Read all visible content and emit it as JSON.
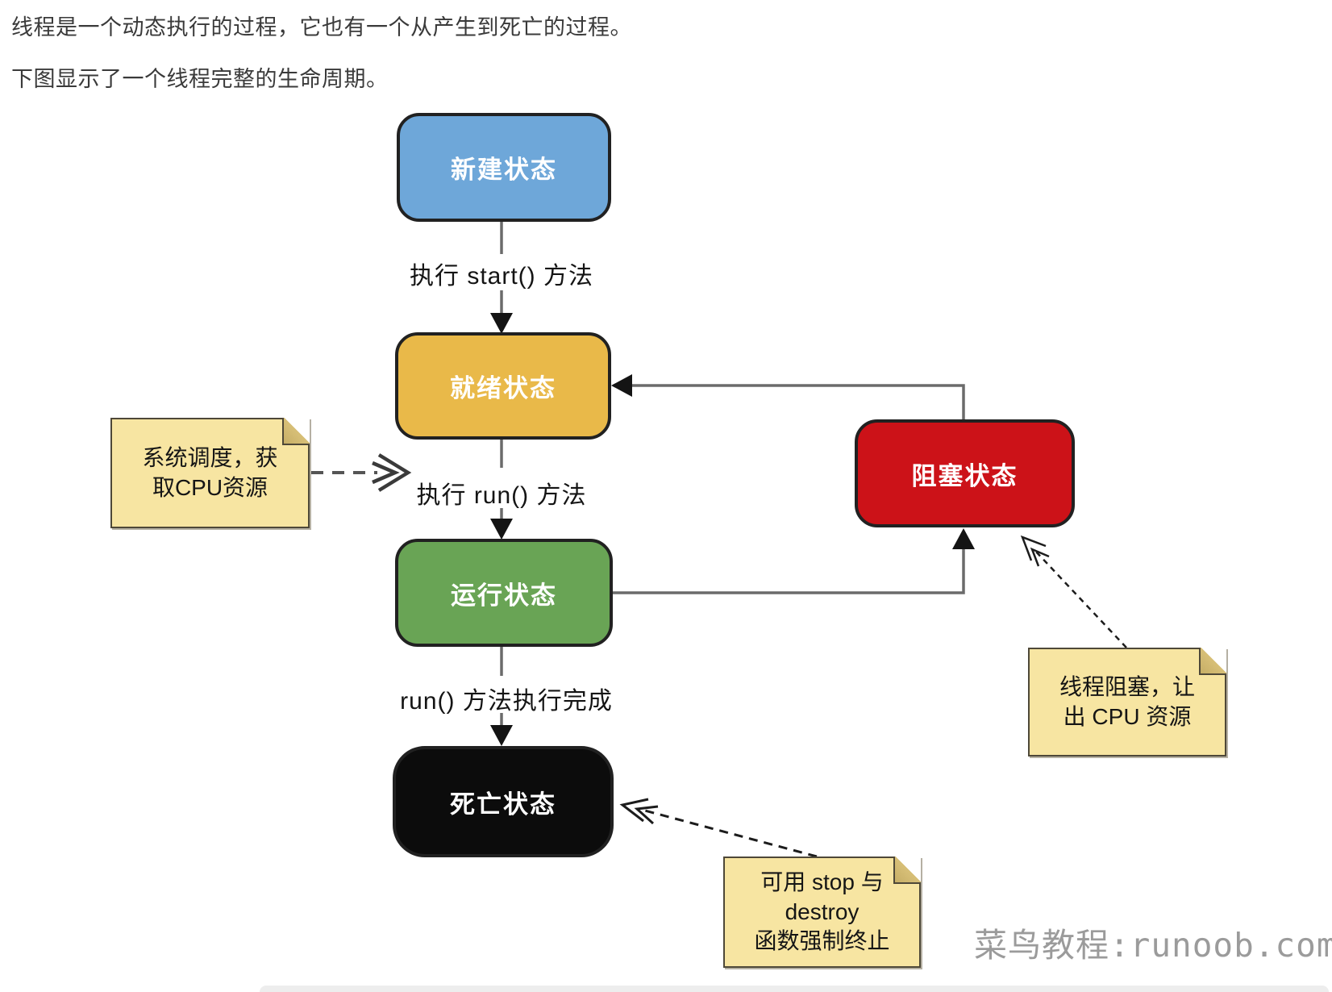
{
  "intro": {
    "line1": "线程是一个动态执行的过程，它也有一个从产生到死亡的过程。",
    "line2": "下图显示了一个线程完整的生命周期。"
  },
  "diagram": {
    "nodes": [
      {
        "id": "new",
        "label": "新建状态",
        "color": "#6ea7d9"
      },
      {
        "id": "ready",
        "label": "就绪状态",
        "color": "#e9b949"
      },
      {
        "id": "running",
        "label": "运行状态",
        "color": "#69a455"
      },
      {
        "id": "dead",
        "label": "死亡状态",
        "color": "#0c0c0c"
      },
      {
        "id": "blocked",
        "label": "阻塞状态",
        "color": "#cc1218"
      }
    ],
    "edge_labels": [
      {
        "id": "start",
        "text": "执行 start() 方法"
      },
      {
        "id": "run",
        "text": "执行 run() 方法"
      },
      {
        "id": "run_complete",
        "text": "run() 方法执行完成"
      }
    ],
    "notes": [
      {
        "id": "cpu-acquire",
        "lines": [
          "系统调度，获",
          "取CPU资源"
        ]
      },
      {
        "id": "cpu-release",
        "lines": [
          "线程阻塞，让",
          "出 CPU 资源"
        ]
      },
      {
        "id": "force-stop",
        "lines": [
          "可用 stop 与",
          "destroy",
          "函数强制终止"
        ]
      }
    ],
    "note_color": "#f7e5a2",
    "line_color": "#6b6b6b",
    "border_color": "#212121",
    "watermark": "菜鸟教程:runoob.com"
  }
}
